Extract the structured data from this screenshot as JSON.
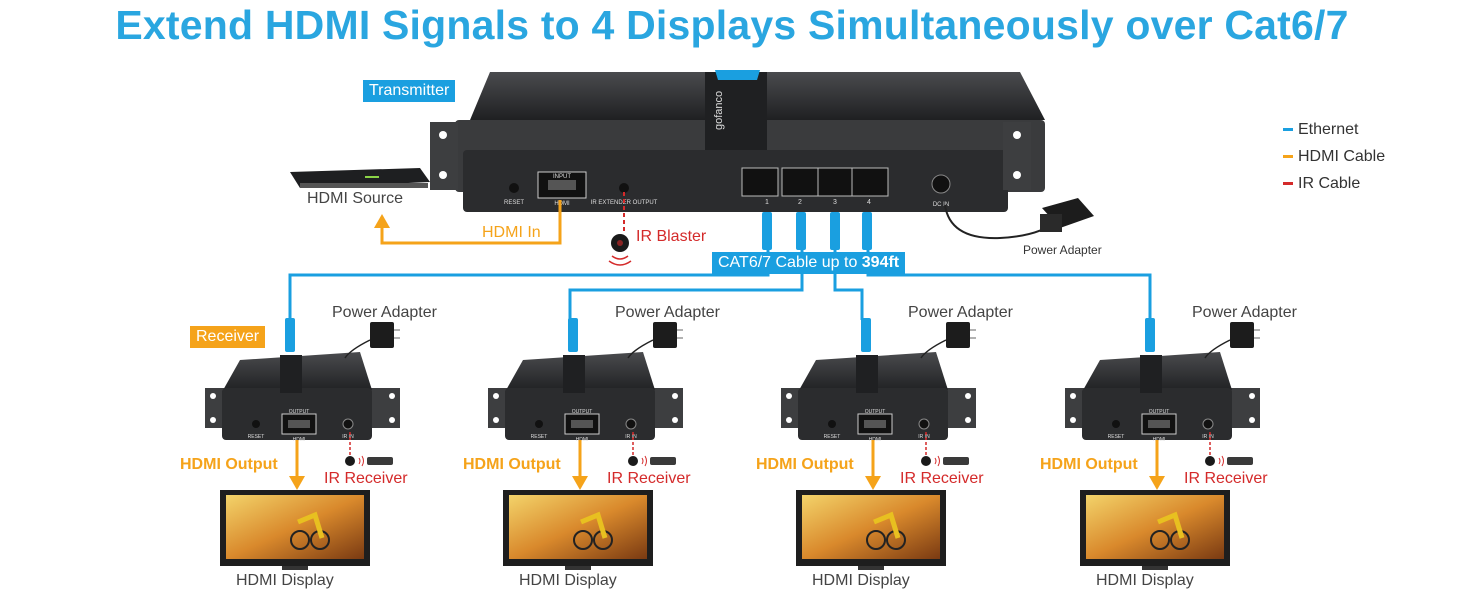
{
  "title": "Extend HDMI Signals to 4 Displays Simultaneously over Cat6/7",
  "transmitter": {
    "badge": "Transmitter",
    "brand": "gofanco",
    "port_labels": {
      "reset": "RESET",
      "input": "INPUT",
      "hdmi": "HDMI",
      "ir_ext": "IR EXTENDER OUTPUT",
      "dc": "DC IN"
    },
    "port_numbers": [
      "1",
      "2",
      "3",
      "4"
    ]
  },
  "source_label": "HDMI Source",
  "hdmi_in_label": "HDMI In",
  "ir_blaster_label": "IR Blaster",
  "power_adapter_tx_label": "Power Adapter",
  "cable_label": {
    "prefix": "CAT6/7 Cable up to ",
    "length": "394ft"
  },
  "legend": [
    {
      "label": "Ethernet",
      "color": "#1a9fe0"
    },
    {
      "label": "HDMI Cable",
      "color": "#f5a31a"
    },
    {
      "label": "IR Cable",
      "color": "#d42a2a"
    }
  ],
  "receiver_badge": "Receiver",
  "receivers": [
    {
      "power_adapter": "Power Adapter",
      "hdmi_output": "HDMI Output",
      "ir_receiver": "IR Receiver",
      "display": "HDMI Display"
    },
    {
      "power_adapter": "Power Adapter",
      "hdmi_output": "HDMI Output",
      "ir_receiver": "IR Receiver",
      "display": "HDMI Display"
    },
    {
      "power_adapter": "Power Adapter",
      "hdmi_output": "HDMI Output",
      "ir_receiver": "IR Receiver",
      "display": "HDMI Display"
    },
    {
      "power_adapter": "Power Adapter",
      "hdmi_output": "HDMI Output",
      "ir_receiver": "IR Receiver",
      "display": "HDMI Display"
    }
  ],
  "receiver_port_labels": {
    "output": "OUTPUT",
    "hdmi": "HDMI",
    "reset": "RESET",
    "ir_in": "IR IN"
  },
  "colors": {
    "title": "#2aa6e0",
    "ethernet": "#1a9fe0",
    "hdmi": "#f5a31a",
    "ir": "#d42a2a",
    "device": "#2e2f31"
  }
}
